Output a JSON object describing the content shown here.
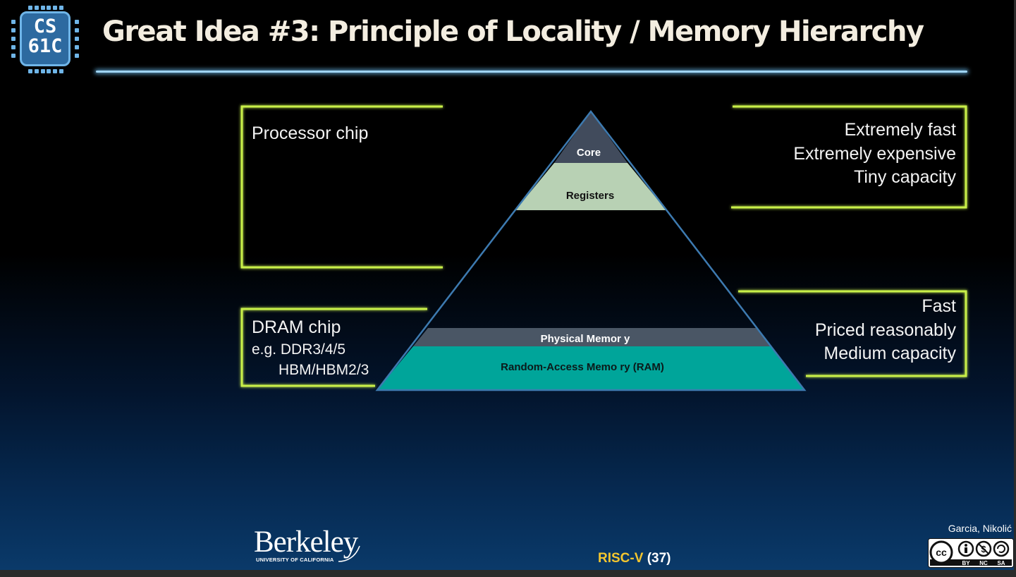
{
  "logo": {
    "text": "CS\n61C"
  },
  "slide": {
    "title": "Great Idea #3: Principle of Locality / Memory Hierarchy"
  },
  "pyramid": {
    "tiers": {
      "core": "Core",
      "registers": "Registers",
      "physical_memory": "Physical Memor y",
      "ram": "Random-Access Memo ry (RAM)"
    }
  },
  "left_brackets": {
    "processor": {
      "label": "Processor chip"
    },
    "dram": {
      "label": "DRAM chip",
      "line2": "e.g. DDR3/4/5",
      "line3": "HBM/HBM2/3"
    }
  },
  "right_brackets": {
    "top": [
      "Extremely fast",
      "Extremely expensive",
      "Tiny capacity"
    ],
    "bottom": [
      "Fast",
      "Priced reasonably",
      "Medium capacity"
    ]
  },
  "footer": {
    "university": "Berkeley",
    "university_sub": "UNIVERSITY OF CALIFORNIA",
    "topic": "RISC-V",
    "slide_number": "(37)",
    "authors": "Garcia, Nikolić",
    "license_badge": [
      "cc",
      "BY",
      "NC",
      "SA"
    ]
  },
  "colors": {
    "core": "#414b5c",
    "registers": "#b8d1b4",
    "physical_memory": "#4a5665",
    "ram": "#00a59a",
    "bracket": "#c9f04a",
    "pyramid_outline": "#3d7ab0",
    "title_rule": "#9fd4f5",
    "topic": "#f4c62e"
  }
}
